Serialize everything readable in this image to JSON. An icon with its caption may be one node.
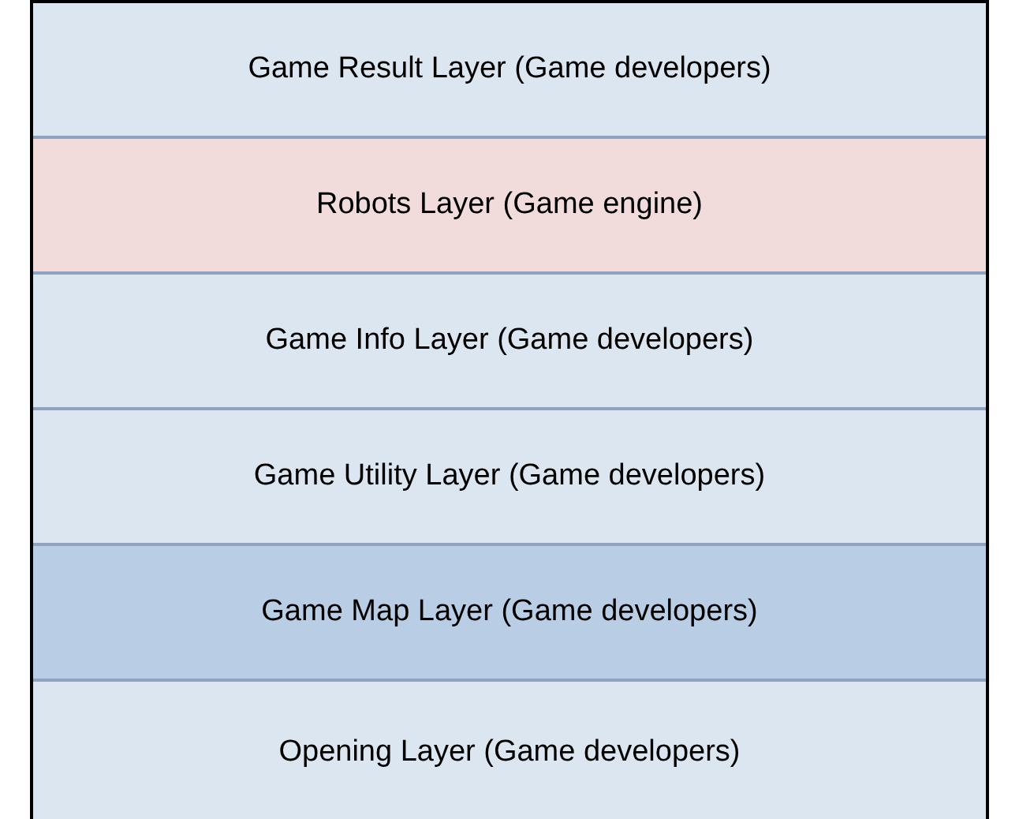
{
  "diagram": {
    "nodes": [
      {
        "text": [
          "Game Result Layer (Game developers)"
        ]
      },
      {
        "text": [
          "Robots Layer (Game engine)"
        ]
      },
      {
        "text": [
          "Game Info Layer (Game developers)"
        ]
      },
      {
        "text": [
          "Game Utility Layer (Game developers)"
        ]
      },
      {
        "text": [
          "Game Map Layer (Game developers)"
        ]
      },
      {
        "text": [
          "Opening Layer (Game developers)"
        ]
      }
    ]
  }
}
